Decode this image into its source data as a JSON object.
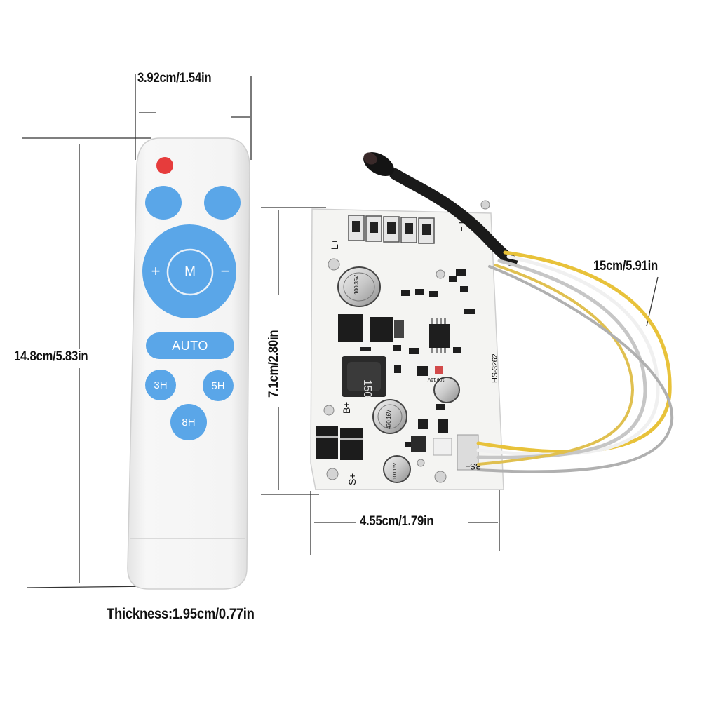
{
  "dimensions": {
    "remote_width": "3.92cm/1.54in",
    "remote_length": "14.8cm/5.83in",
    "board_height": "7.1cm/2.80in",
    "board_width": "4.55cm/1.79in",
    "wire_length": "15cm/5.91in",
    "thickness": "Thickness:1.95cm/0.77in"
  },
  "remote": {
    "plus": "+",
    "mode": "M",
    "minus": "−",
    "auto": "AUTO",
    "t3": "3H",
    "t5": "5H",
    "t8": "8H"
  },
  "board": {
    "model": "HS-3262",
    "l_plus": "L+",
    "l_minus": "L−",
    "b_plus": "B+",
    "s_plus": "S+",
    "bs_minus": "BS−",
    "inductor": "150",
    "cap_top": "100 35V",
    "cap_mid": "470 16V",
    "cap_small": "100 16V",
    "cap_bottom": "100 16V"
  },
  "colors": {
    "remote_body": "#f2f2f2",
    "button_blue": "#5aa6e8",
    "power_red": "#e63c3c",
    "board": "#f4f4f2",
    "wire_yellow": "#e8c23a",
    "wire_gray": "#b8b8b8"
  }
}
